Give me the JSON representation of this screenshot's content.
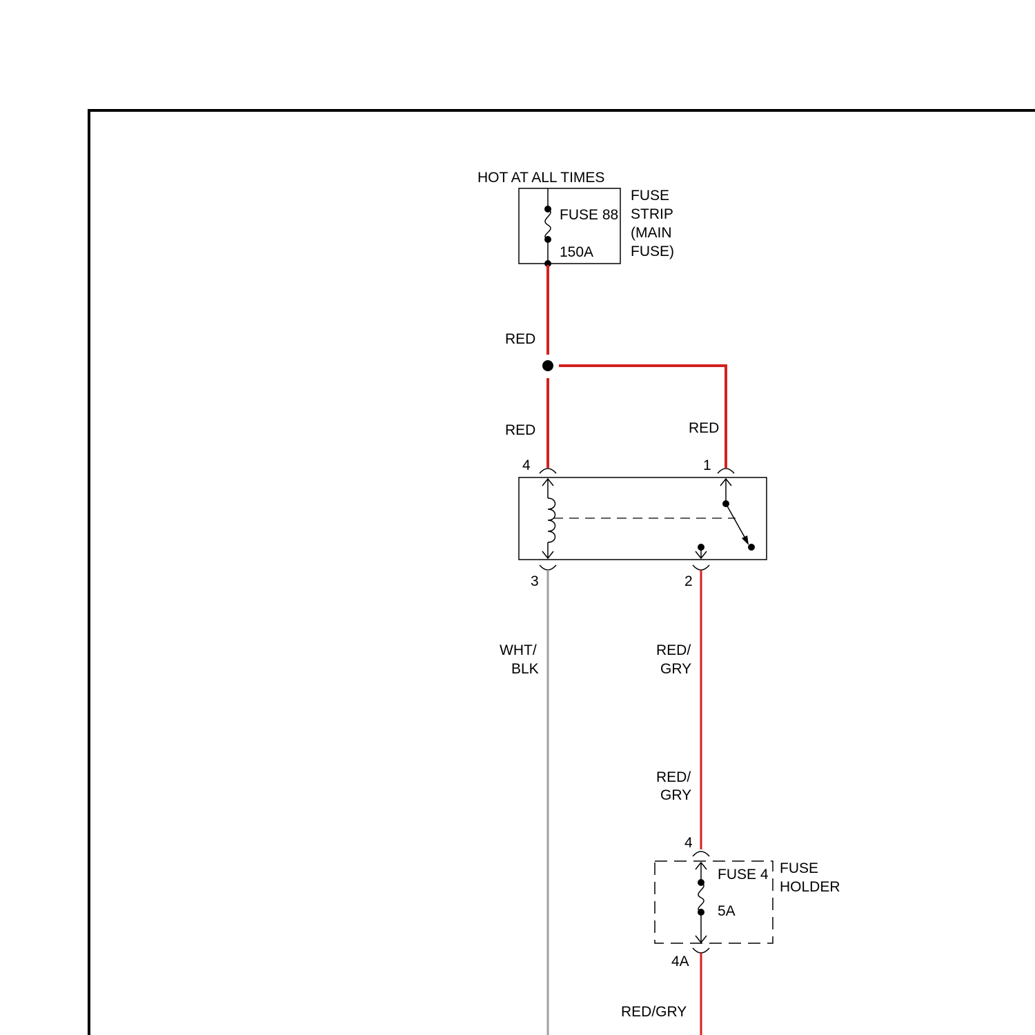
{
  "colors": {
    "wire_red": "#d42020",
    "wire_wht_blk": "#a0a0a0",
    "ink": "#000000"
  },
  "power": {
    "label": "HOT AT ALL TIMES"
  },
  "main_fuse": {
    "name": "FUSE 88",
    "rating": "150A",
    "holder_lines": [
      "FUSE",
      "STRIP",
      "(MAIN",
      "FUSE)"
    ]
  },
  "wires": {
    "feed_upper": "RED",
    "feed_lower": "RED",
    "branch": "RED",
    "ground_side": [
      "WHT/",
      "BLK"
    ],
    "output_upper": [
      "RED/",
      "GRY"
    ],
    "output_middle": [
      "RED/",
      "GRY"
    ],
    "output_lower": "RED/GRY"
  },
  "relay": {
    "pins": {
      "coil_in": "4",
      "switch_in": "1",
      "coil_out": "3",
      "switch_out": "2"
    }
  },
  "fuse_holder": {
    "name": "FUSE 4",
    "rating": "5A",
    "holder_lines": [
      "FUSE",
      "HOLDER"
    ],
    "pin_in": "4",
    "pin_out": "4A"
  }
}
